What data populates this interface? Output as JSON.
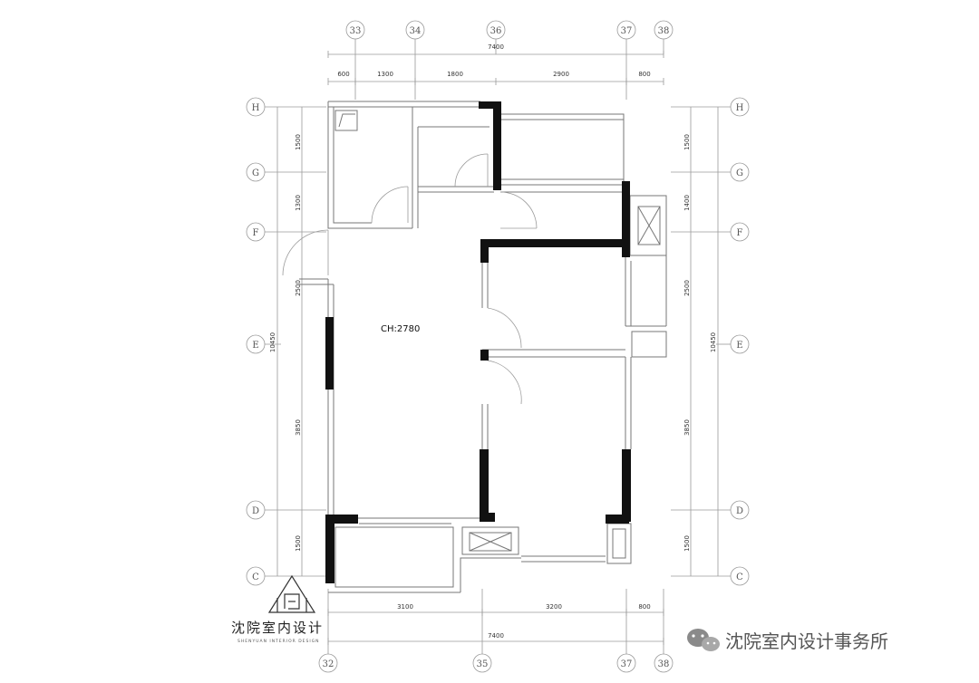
{
  "plan": {
    "ceiling_height": "CH:2780",
    "grid_top": [
      "33",
      "34",
      "36",
      "37",
      "38"
    ],
    "grid_bottom": [
      "32",
      "35",
      "37",
      "38"
    ],
    "grid_left": [
      "H",
      "G",
      "F",
      "E",
      "D",
      "C"
    ],
    "grid_right": [
      "H",
      "G",
      "F",
      "E",
      "D",
      "C"
    ],
    "dims_top_total": "7400",
    "dims_top": [
      "600",
      "1300",
      "1800",
      "2900",
      "800"
    ],
    "dims_bottom": [
      "3100",
      "3200",
      "800"
    ],
    "dims_bottom_total": "7400",
    "dims_left": [
      "1500",
      "1300",
      "2500",
      "3850",
      "1500"
    ],
    "dims_left_total": "10450",
    "dims_right": [
      "1500",
      "1400",
      "2500",
      "3850",
      "1500"
    ],
    "dims_right_total": "10450"
  },
  "logo": {
    "name": "沈院室内设计",
    "sub": "SHENYUAN INTERIOR DESIGN"
  },
  "watermark": {
    "text": "沈院室内设计事务所"
  }
}
